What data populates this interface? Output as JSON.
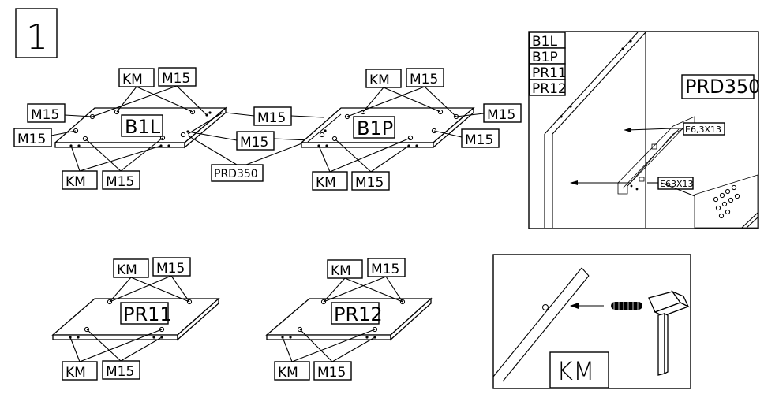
{
  "step": {
    "number": "1"
  },
  "labels": {
    "km": "KM",
    "m15": "M15",
    "prd350": "PRD350",
    "screw": "E6,3X13",
    "screw2": "E63X13"
  },
  "parts": {
    "b1l": "B1L",
    "b1p": "B1P",
    "pr11": "PR11",
    "pr12": "PR12"
  },
  "detail": {
    "part_list": [
      "B1L",
      "B1P",
      "PR11",
      "PR12"
    ],
    "runner": "PRD350"
  },
  "km_detail": {
    "label": "KM"
  }
}
